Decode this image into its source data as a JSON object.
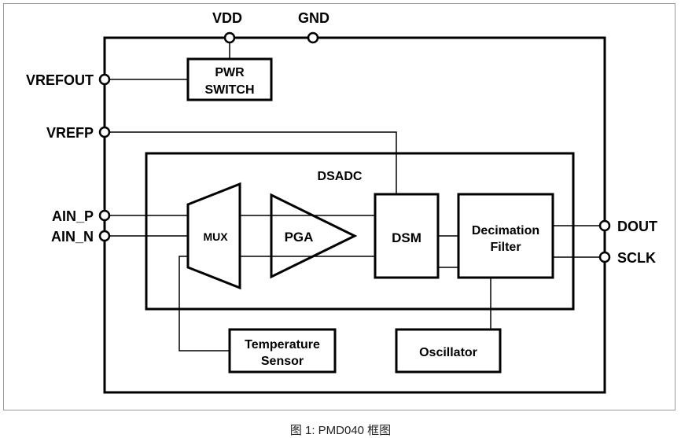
{
  "figure": {
    "caption": "图 1: PMD040  框图"
  },
  "pins": {
    "vdd": "VDD",
    "gnd": "GND",
    "vrefout": "VREFOUT",
    "vrefp": "VREFP",
    "ain_p": "AIN_P",
    "ain_n": "AIN_N",
    "dout": "DOUT",
    "sclk": "SCLK"
  },
  "blocks": {
    "pwr_switch": [
      "PWR",
      "SWITCH"
    ],
    "dsadc": "DSADC",
    "mux": "MUX",
    "pga": "PGA",
    "dsm": "DSM",
    "decimation_filter": [
      "Decimation",
      "Filter"
    ],
    "temperature_sensor": [
      "Temperature",
      "Sensor"
    ],
    "oscillator": "Oscillator"
  }
}
